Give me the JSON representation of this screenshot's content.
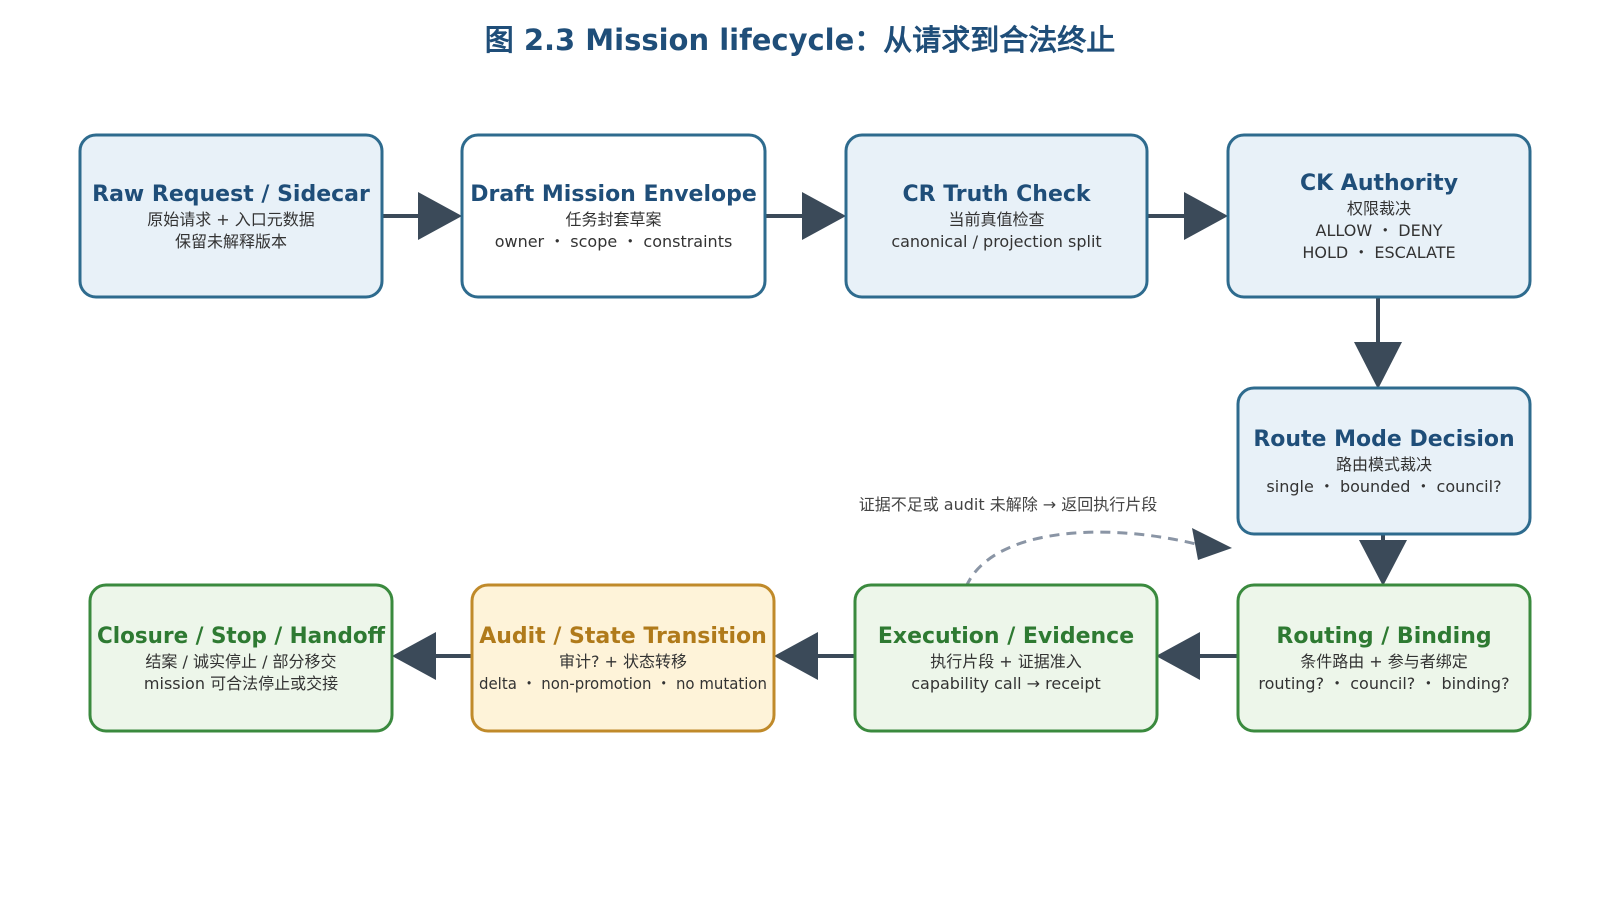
{
  "title": "图 2.3 Mission lifecycle：从请求到合法终止",
  "colors": {
    "title": "#1f4e79",
    "arrow": "#3b4a59",
    "loop_arrow": "#8a95a5",
    "blue_stroke": "#2e6b8e",
    "blue_fill": "#e8f1f8",
    "blue_title": "#1f4e79",
    "white_stroke": "#2e6b8e",
    "white_fill": "#ffffff",
    "white_title": "#1f4e79",
    "green_stroke": "#3a8a3e",
    "green_fill": "#edf6ea",
    "green_title": "#2e7a32",
    "orange_stroke": "#c08a2a",
    "orange_fill": "#fef3d9",
    "orange_title": "#b07a1a"
  },
  "boxes": [
    {
      "id": "raw-request",
      "style": "blue",
      "title": "Raw Request / Sidecar",
      "lines": [
        "原始请求 + 入口元数据",
        "保留未解释版本"
      ]
    },
    {
      "id": "draft-mission",
      "style": "white",
      "title": "Draft Mission Envelope",
      "lines": [
        "任务封套草案",
        "owner ・ scope ・ constraints"
      ]
    },
    {
      "id": "cr-truth",
      "style": "blue",
      "title": "CR Truth Check",
      "lines": [
        "当前真值检查",
        "canonical / projection split"
      ]
    },
    {
      "id": "ck-authority",
      "style": "blue",
      "title": "CK Authority",
      "lines": [
        "权限裁决",
        "ALLOW ・ DENY",
        "HOLD ・ ESCALATE"
      ]
    },
    {
      "id": "route-mode",
      "style": "blue",
      "title": "Route Mode Decision",
      "lines": [
        "路由模式裁决",
        "single ・ bounded ・ council?"
      ]
    },
    {
      "id": "routing-binding",
      "style": "green",
      "title": "Routing / Binding",
      "lines": [
        "条件路由 + 参与者绑定",
        "routing? ・ council? ・ binding?"
      ]
    },
    {
      "id": "execution-evidence",
      "style": "green",
      "title": "Execution / Evidence",
      "lines": [
        "执行片段 + 证据准入",
        "capability call → receipt"
      ]
    },
    {
      "id": "audit-state",
      "style": "orange",
      "title": "Audit / State Transition",
      "lines": [
        "审计? + 状态转移",
        "delta ・ non-promotion ・ no mutation"
      ]
    },
    {
      "id": "closure-stop",
      "style": "green",
      "title": "Closure / Stop / Handoff",
      "lines": [
        "结案 / 诚实停止 / 部分移交",
        "mission 可合法停止或交接"
      ]
    }
  ],
  "loop_label": "证据不足或 audit 未解除 → 返回执行片段"
}
